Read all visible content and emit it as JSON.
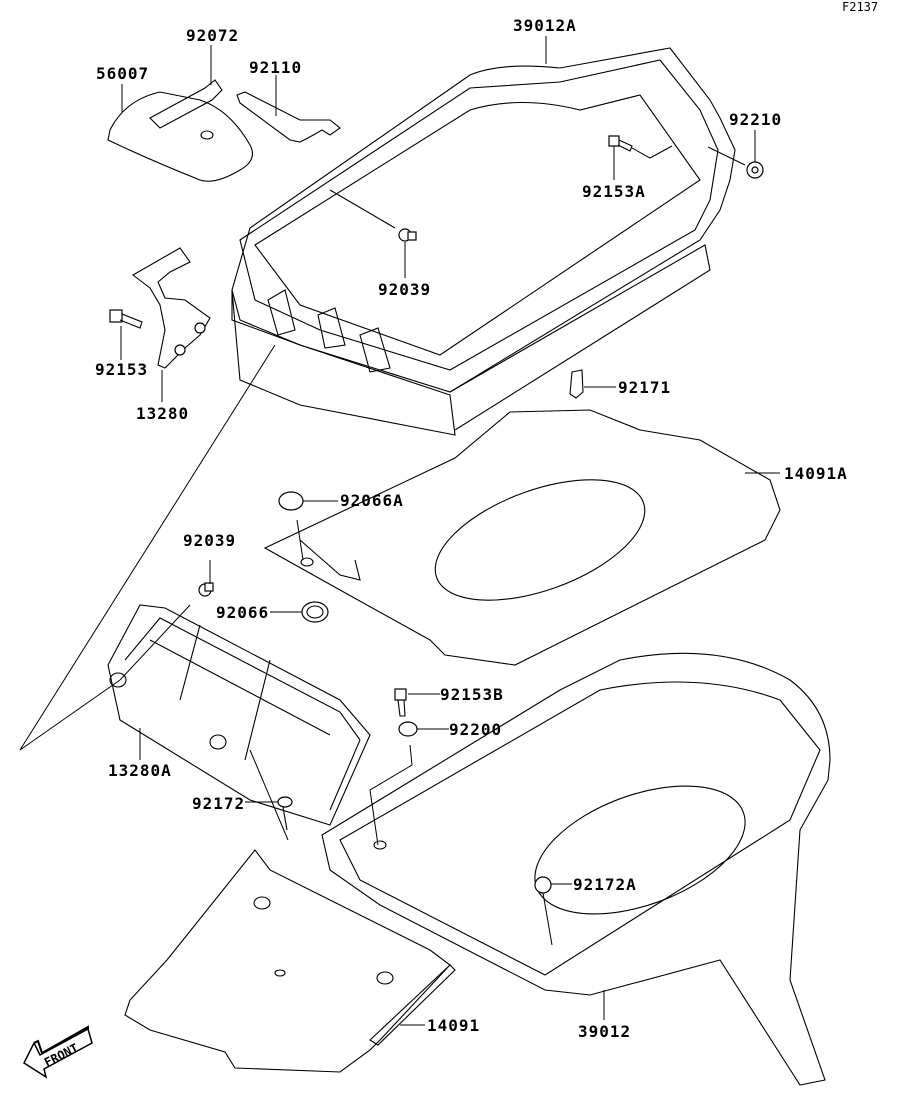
{
  "figure_id": "F2137",
  "front_indicator": "FRONT",
  "parts": [
    {
      "id": "p39012A",
      "label": "39012A"
    },
    {
      "id": "p92072",
      "label": "92072"
    },
    {
      "id": "p92110",
      "label": "92110"
    },
    {
      "id": "p56007",
      "label": "56007"
    },
    {
      "id": "p92210",
      "label": "92210"
    },
    {
      "id": "p92153A",
      "label": "92153A"
    },
    {
      "id": "p92039a",
      "label": "92039"
    },
    {
      "id": "p92153",
      "label": "92153"
    },
    {
      "id": "p13280",
      "label": "13280"
    },
    {
      "id": "p92171",
      "label": "92171"
    },
    {
      "id": "p14091A",
      "label": "14091A"
    },
    {
      "id": "p92066A",
      "label": "92066A"
    },
    {
      "id": "p92039b",
      "label": "92039"
    },
    {
      "id": "p92066",
      "label": "92066"
    },
    {
      "id": "p92153B",
      "label": "92153B"
    },
    {
      "id": "p92200",
      "label": "92200"
    },
    {
      "id": "p13280A",
      "label": "13280A"
    },
    {
      "id": "p92172",
      "label": "92172"
    },
    {
      "id": "p92172A",
      "label": "92172A"
    },
    {
      "id": "p14091",
      "label": "14091"
    },
    {
      "id": "p39012",
      "label": "39012"
    }
  ]
}
